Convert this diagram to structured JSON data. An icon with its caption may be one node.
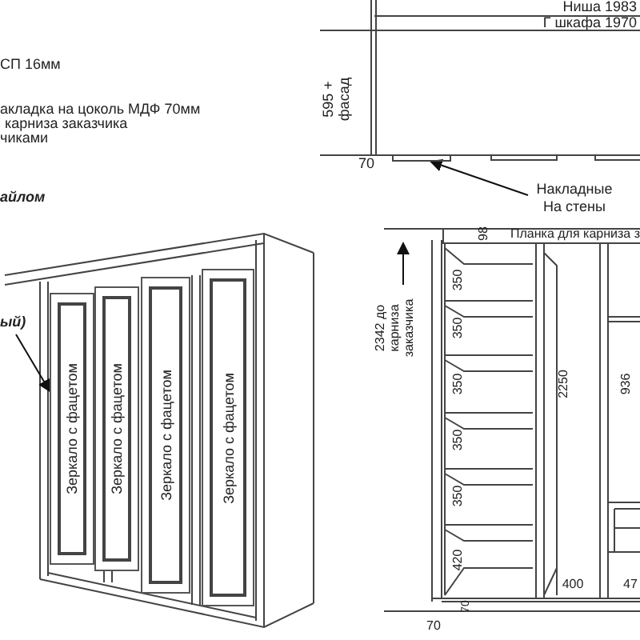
{
  "diagram": {
    "nodes": [
      {
        "text": [
          "ый)"
        ]
      },
      {
        "text": [
          "Зеркало с фацетом"
        ]
      },
      {
        "text": [
          "Зеркало с фацетом"
        ]
      },
      {
        "text": [
          "Зеркало с фацетом"
        ]
      },
      {
        "text": [
          "Зеркало с фацетом"
        ]
      },
      {
        "text": [
          "Накладные На стены"
        ]
      },
      {
        "text": [],
        "shape": "bar"
      }
    ],
    "edges": [
      {
        "from": 0,
        "to": 1,
        "arrow": "to"
      },
      {
        "from": 5,
        "to": 6,
        "arrow": "to"
      }
    ],
    "labels": [
      "СП 16мм",
      "акладка на цоколь МДФ 70мм",
      "карниза заказчика",
      "чиками",
      "айлом",
      "Ниша 1983",
      "Г шкафа 1970",
      "595 + фасад",
      "70",
      "98",
      "Планка для карниза з",
      "2342 до карниза заказчика",
      "350",
      "350",
      "350",
      "350",
      "350",
      "420",
      "2250",
      "936",
      "400",
      "47",
      "70",
      "70"
    ]
  }
}
